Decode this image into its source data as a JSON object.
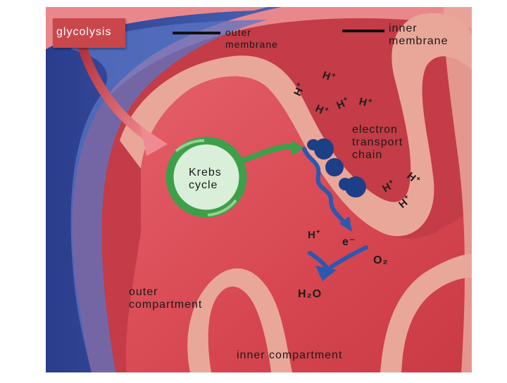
{
  "labels": {
    "glycolysis": "glycolysis",
    "outer_membrane": "outer\nmembrane",
    "inner_membrane": "inner\nmembrane",
    "electron_transport_chain": "electron\ntransport\nchain",
    "krebs_cycle": "Krebs\ncycle",
    "outer_compartment": "outer\ncompartment",
    "inner_compartment": "inner compartment",
    "h2o": "H₂O",
    "o2": "O₂",
    "electron": "e⁻",
    "h_plus": "H"
  },
  "colors": {
    "background": "#ffffff",
    "matrix": "#d84a52",
    "inner_membrane": "#e9a79a",
    "outer_membrane": "#2c3f8f",
    "krebs_ring": "#3e9f4a",
    "krebs_fill": "#d9efd9",
    "protein": "#1d3f86",
    "glycolysis_box": "#c9474b"
  }
}
